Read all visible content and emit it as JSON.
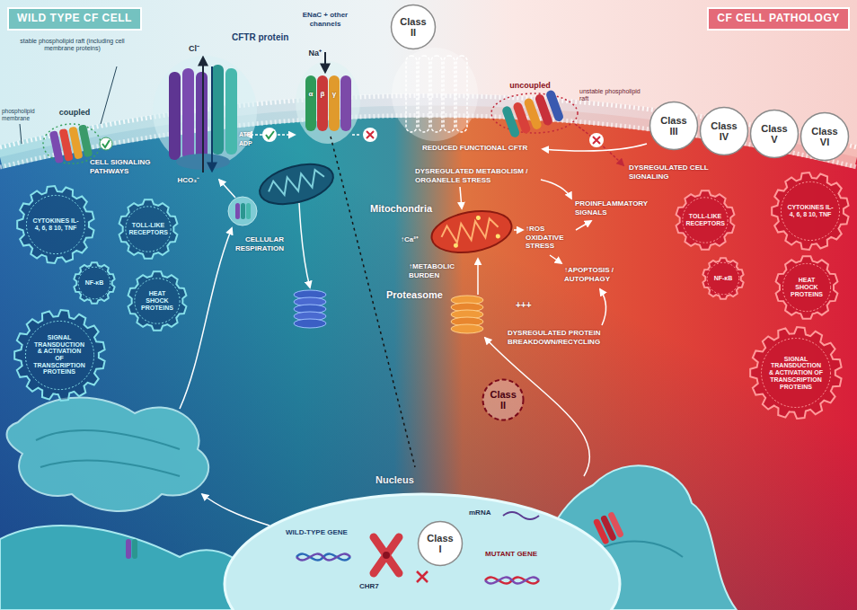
{
  "diagram": {
    "nodes": [
      {
        "text": [
          "WILD TYPE CF CELL"
        ]
      },
      {
        "text": [
          "Class II"
        ]
      },
      {
        "text": [
          "CF CELL PATHOLOGY"
        ]
      },
      {
        "text": [
          "Class III"
        ]
      },
      {
        "text": [
          "Class IV"
        ]
      },
      {
        "text": [
          "Class V"
        ]
      },
      {
        "text": [
          "Class VI"
        ]
      },
      {
        "text": [
          "CYTOKINES IL-4, 6, 8 10, TNF"
        ]
      },
      {
        "text": [
          "TOLL-LIKE RECEPTORS"
        ]
      },
      {
        "text": [
          "NF-κB"
        ]
      },
      {
        "text": [
          "HEAT SHOCK PROTEINS"
        ]
      },
      {
        "text": [
          "SIGNAL TRANSDUCTION & ACTIVATION OF TRANSCRIPTION PROTEINS"
        ]
      },
      {
        "text": [
          "CYTOKINES IL-4, 6, 8 10, TNF"
        ]
      },
      {
        "text": [
          "TOLL-LIKE RECEPTORS"
        ]
      },
      {
        "text": [
          "NF-κB"
        ]
      },
      {
        "text": [
          "HEAT SHOCK PROTEINS"
        ]
      },
      {
        "text": [
          "SIGNAL TRANSDUCTION & ACTIVATION OF TRANSCRIPTION PROTEINS"
        ]
      },
      {
        "text": [
          "Class II"
        ]
      },
      {
        "text": [
          "Class I"
        ]
      }
    ],
    "labels": [
      "stable phospholipid raft (including cell membrane proteins)",
      "CFTR protein",
      "ENaC + other channels",
      "Cl⁻",
      "Na⁺",
      "uncoupled",
      "unstable phospholipid raft",
      "α",
      "β",
      "γ",
      "phospholipid membrane",
      "coupled",
      "ATP",
      "ADP",
      "HCO₃⁻",
      "CELL SIGNALING PATHWAYS",
      "REDUCED FUNCTIONAL CFTR",
      "DYSREGULATED CELL SIGNALING",
      "DYSREGULATED METABOLISM / ORGANELLE STRESS",
      "PROINFLAMMATORY SIGNALS",
      "Mitochondria",
      "↑Ca²⁺",
      "↑ROS OXIDATIVE STRESS",
      "CELLULAR RESPIRATION",
      "↑APOPTOSIS / AUTOPHAGY",
      "↑METABOLIC BURDEN",
      "Proteasome",
      "+++",
      "DYSREGULATED PROTEIN BREAKDOWN/RECYCLING",
      "Nucleus",
      "mRNA",
      "WILD-TYPE GENE",
      "CHR7",
      "MUTANT GENE"
    ]
  }
}
